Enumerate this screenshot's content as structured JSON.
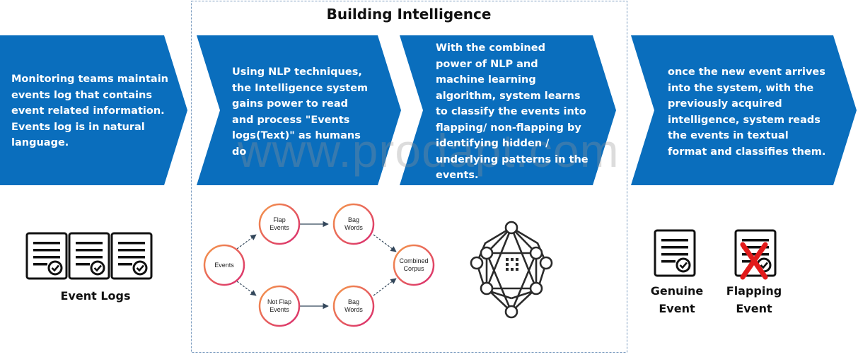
{
  "title": "Building Intelligence",
  "watermark": "www.prodapt.com",
  "steps": [
    {
      "text": "Monitoring teams maintain\nevents log that contains\nevent related information.\nEvents log is in natural\nlanguage."
    },
    {
      "text": "Using NLP techniques,\nthe Intelligence system\ngains  power to read\nand process \"Events\nlogs(Text)\" as humans\ndo"
    },
    {
      "text": "With the combined\npower of NLP and\nmachine learning\nalgorithm, system learns\nto classify the events into\nflapping/ non-flapping by\nidentifying hidden /\nunderlying patterns in the\nevents."
    },
    {
      "text": " once the new event arrives\ninto the system, with the\npreviously acquired\nintelligence, system reads\nthe events in textual\nformat and classifies them."
    }
  ],
  "event_logs_label": "Event Logs",
  "flow": {
    "nodes": {
      "events": "Events",
      "flap_events": "Flap\nEvents",
      "not_flap_events": "Not Flap\nEvents",
      "bag_words_top": "Bag\nWords",
      "bag_words_bottom": "Bag\nWords",
      "combined_corpus": "Combined\nCorpus"
    }
  },
  "outcomes": {
    "genuine": "Genuine\nEvent",
    "flapping": "Flapping\nEvent"
  },
  "colors": {
    "chevron_blue": "#0a6ebd",
    "node_gradient_start": "#f59a4a",
    "node_gradient_end": "#d9286f",
    "cross_red": "#e21b1b",
    "dashed_border": "#7a9bbf"
  }
}
